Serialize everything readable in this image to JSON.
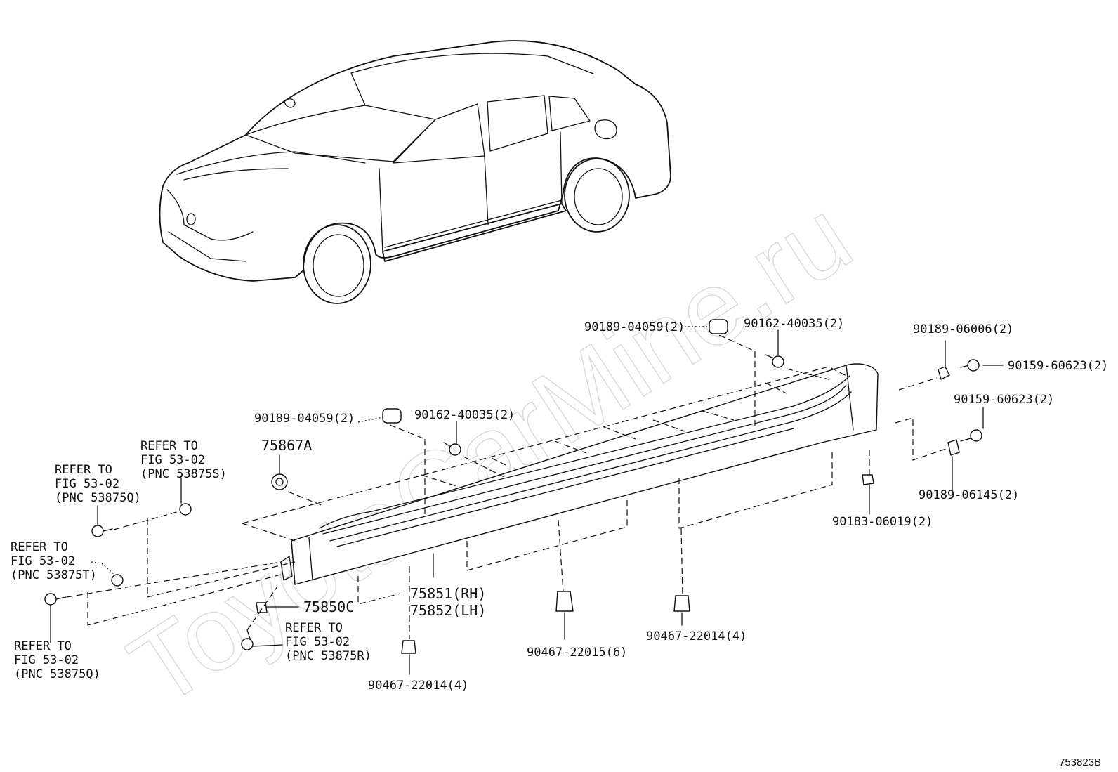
{
  "watermark": "ToyotaCarMine.ru",
  "drawing_code": "753823B",
  "labels": {
    "p1": "90189-04059(2)",
    "p2": "90162-40035(2)",
    "p3": "90189-06006(2)",
    "p4": "90159-60623(2)",
    "p5": "90159-60623(2)",
    "p6": "90189-04059(2)",
    "p7": "90162-40035(2)",
    "p8": "75867A",
    "p9": "90189-06145(2)",
    "p10": "90183-06019(2)",
    "p11": "75851(RH)",
    "p12": "75852(LH)",
    "p13": "75850C",
    "p14": "90467-22015(6)",
    "p15": "90467-22014(4)",
    "p16": "90467-22014(4)"
  },
  "refers": {
    "r1": [
      "REFER TO",
      "FIG 53-02",
      "(PNC 53875Q)"
    ],
    "r2": [
      "REFER TO",
      "FIG 53-02",
      "(PNC 53875S)"
    ],
    "r3": [
      "REFER TO",
      "FIG 53-02",
      "(PNC 53875T)"
    ],
    "r4": [
      "REFER TO",
      "FIG 53-02",
      "(PNC 53875Q)"
    ],
    "r5": [
      "REFER TO",
      "FIG 53-02",
      "(PNC 53875R)"
    ]
  }
}
